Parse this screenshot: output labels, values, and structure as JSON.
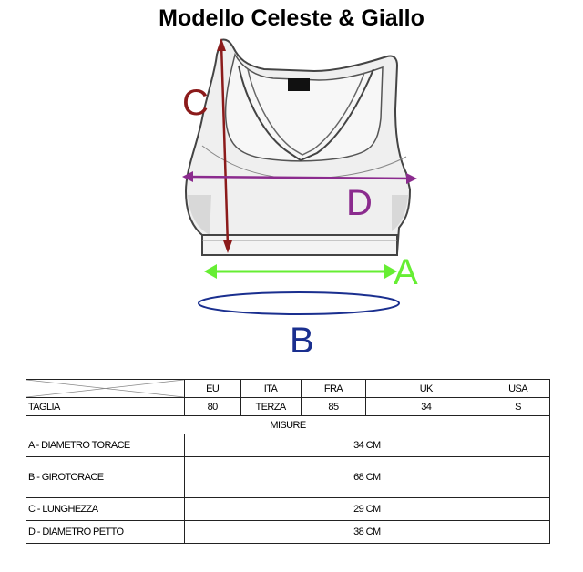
{
  "title": "Modello Celeste & Giallo",
  "labels": {
    "A": "A",
    "B": "B",
    "C": "C",
    "D": "D"
  },
  "colors": {
    "A": "#66ee33",
    "B": "#1a2f8f",
    "C": "#8b1a1a",
    "D": "#8b2b8e"
  },
  "table": {
    "header": [
      "EU",
      "ITA",
      "FRA",
      "UK",
      "USA"
    ],
    "taglia_label": "TAGLIA",
    "taglia_values": [
      "80",
      "TERZA",
      "85",
      "34",
      "S"
    ],
    "misure_label": "MISURE",
    "rows": [
      {
        "label": "A - DIAMETRO TORACE",
        "value": "34 CM"
      },
      {
        "label": "B - GIROTORACE",
        "value": "68 CM"
      },
      {
        "label": "C - LUNGHEZZA",
        "value": "29 CM"
      },
      {
        "label": "D - DIAMETRO PETTO",
        "value": "38 CM"
      }
    ]
  }
}
